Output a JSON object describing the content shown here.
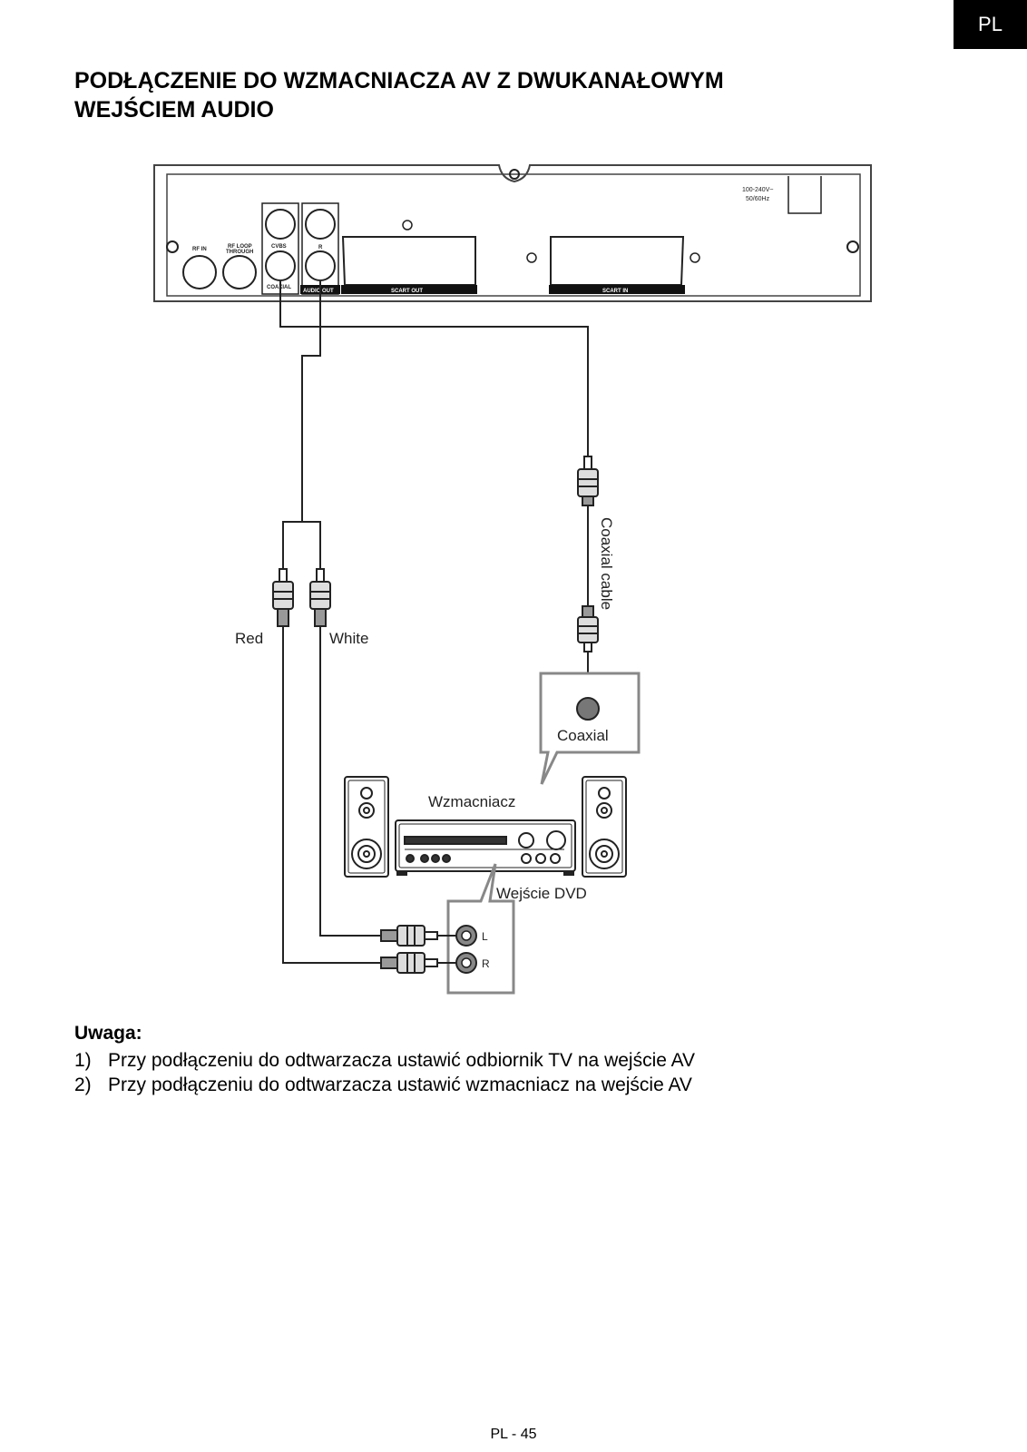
{
  "header": {
    "lang_tab": "PL"
  },
  "title": {
    "line1": "PODŁĄCZENIE DO WZMACNIACZA AV Z DWUKANAŁOWYM",
    "line2": "WEJŚCIEM AUDIO"
  },
  "diagram": {
    "player_labels": {
      "power": "100-240V~",
      "freq": "50/60Hz",
      "rf_in": "RF IN",
      "rf_loop1": "RF LOOP",
      "rf_loop2": "THROUGH",
      "cvbs": "CVBS",
      "coaxial_port": "COAXIAL",
      "audio_r": "R",
      "audio_out": "AUDIO OUT",
      "scart_out": "SCART OUT",
      "scart_in": "SCART IN"
    },
    "cable_labels": {
      "red": "Red",
      "white": "White",
      "coaxial_cable": "Coaxial cable"
    },
    "amp_labels": {
      "coaxial": "Coaxial",
      "amplifier": "Wzmacniacz",
      "dvd_input": "Wejście DVD",
      "l": "L",
      "r": "R"
    }
  },
  "notes": {
    "title": "Uwaga:",
    "items": [
      {
        "num": "1)",
        "text": "Przy podłączeniu do odtwarzacza ustawić odbiornik TV na wejście AV"
      },
      {
        "num": "2)",
        "text": "Przy podłączeniu do odtwarzacza ustawić wzmacniacz na wejście AV"
      }
    ]
  },
  "footer": {
    "page": "PL - 45"
  }
}
